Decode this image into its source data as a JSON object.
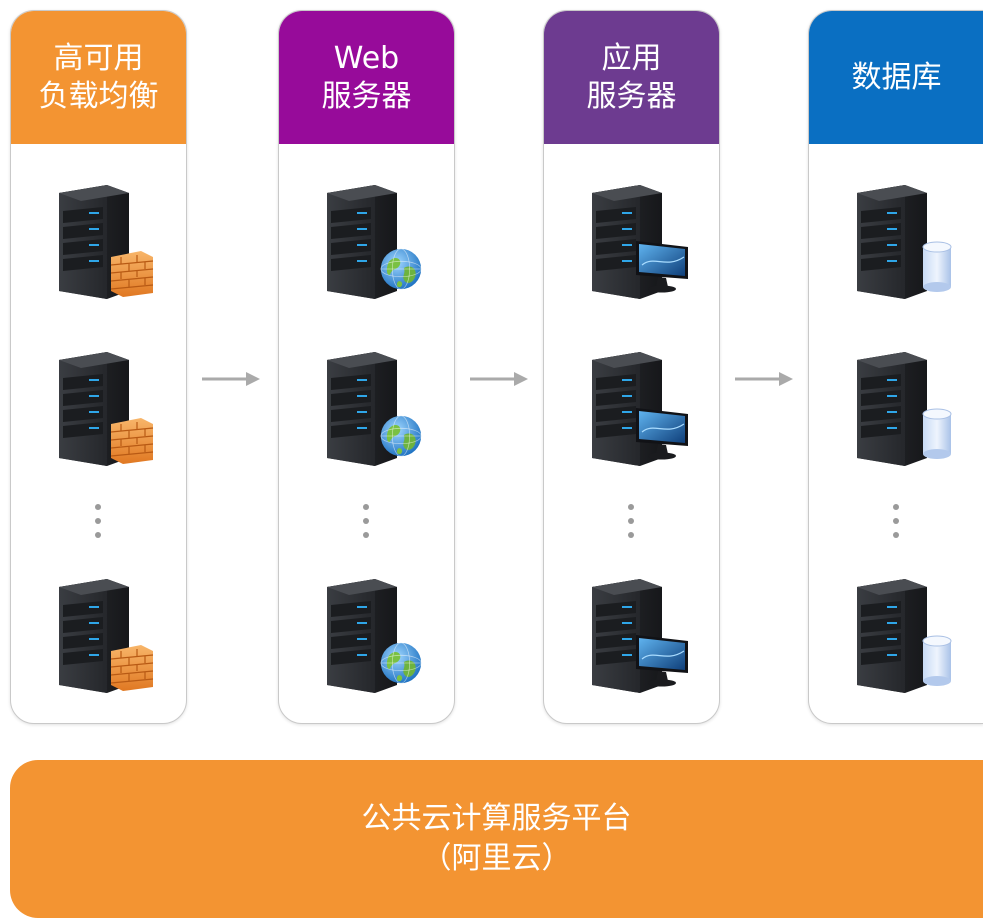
{
  "colors": {
    "load_balancer": "#f39432",
    "web_server": "#970b9a",
    "app_server": "#6d3b90",
    "database": "#0a6fc2",
    "platform": "#f39432",
    "arrow": "#aaaaaa"
  },
  "columns": [
    {
      "title": "高可用\n负载均衡",
      "icon": "firewall-icon"
    },
    {
      "title": "Web\n服务器",
      "icon": "globe-icon"
    },
    {
      "title": "应用\n服务器",
      "icon": "monitor-icon"
    },
    {
      "title": "数据库",
      "icon": "database-icon"
    }
  ],
  "platform": {
    "line1": "公共云计算服务平台",
    "line2": "（阿里云）"
  }
}
